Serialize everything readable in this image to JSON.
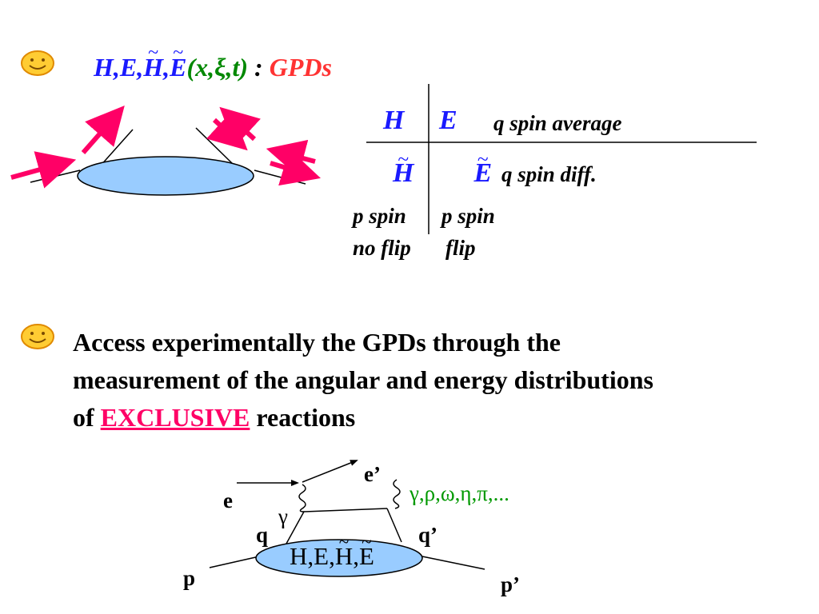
{
  "title": {
    "H": "H",
    "comma1": ",",
    "E": "E",
    "comma2": ",",
    "Ht": "H",
    "comma3": ",",
    "Et": "E",
    "args": "(x,ξ,t)",
    "sep": " : ",
    "gpds": "GPDs"
  },
  "table": {
    "r1_c1": "H",
    "r1_c2": "E",
    "r1_desc": "q spin average",
    "r2_c1": "H",
    "r2_c2": "E",
    "r2_desc": "q spin diff.",
    "foot_l1": "p spin",
    "foot_l2": "no flip",
    "foot_r1": "p spin",
    "foot_r2": "flip"
  },
  "body": {
    "line1": "Access experimentally the GPDs through the",
    "line2": "measurement of the angular and energy distributions",
    "line3_pre": "of ",
    "line3_em": "EXCLUSIVE",
    "line3_post": " reactions"
  },
  "diagram2": {
    "e": "e",
    "eprime": "e’",
    "gamma": "γ",
    "q": "q",
    "qprime": "q’",
    "p": "p",
    "pprime": "p’",
    "mesons": "γ,ρ,ω,η,π,...",
    "blob_a": "H,E,",
    "blob_b": "H",
    "blob_c": ",",
    "blob_d": "E"
  },
  "colors": {
    "blob_fill": "#99ccff",
    "arrow": "#ff0066",
    "smiley": "#ffcc33",
    "title_blue": "#1a1aff",
    "gpds_red": "#ff3333",
    "meson_green": "#009900"
  }
}
